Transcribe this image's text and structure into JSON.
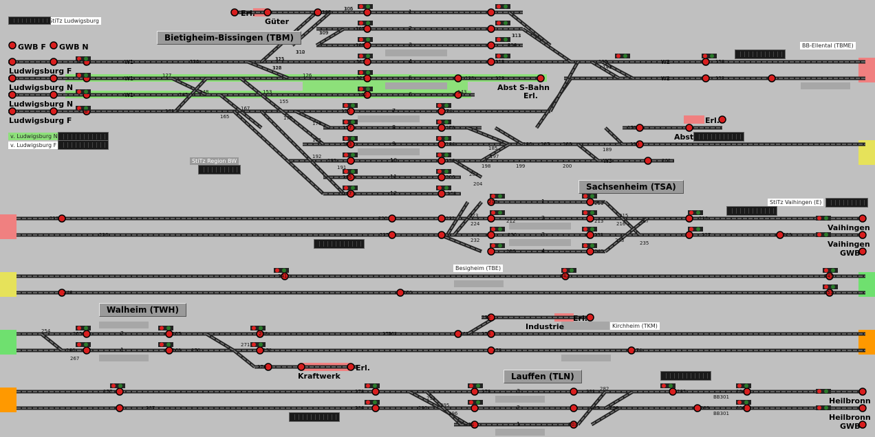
{
  "colors": {
    "bg": "#c0c0c0",
    "track": "#222222",
    "signal": "#d81e1e",
    "green_route": "#8de07a",
    "red_route": "#f08080",
    "yellow": "#e6e25a",
    "orange": "#ff9900",
    "green_edge": "#6fe06f"
  },
  "title_tags": {
    "stitz_ludwigsburg": "StiTz Ludwigsburg",
    "bb_ellental": "BB-Ellental (TBME)",
    "stitz_region_bw": "StiTz Region BW",
    "stitz_vaihingen": "StiTz Vaihingen (E)",
    "besigheim": "Besigheim (TBE)",
    "kirchheim": "Kirchheim (TKM)",
    "v_ludwigsburg_n": "v. Ludwigsburg N",
    "v_ludwigsburg_f": "v. Ludwigsburg F"
  },
  "stations": {
    "bietigheim": "Bietigheim-Bissingen (TBM)",
    "sachsenheim": "Sachsenheim (TSA)",
    "walheim": "Walheim (TWH)",
    "lauffen": "Lauffen (TLN)"
  },
  "left_labels": {
    "gwbf": "GWB F",
    "gwbn": "GWB N",
    "lbf1": "Ludwigsburg F",
    "lbn1": "Ludwigsburg N",
    "lbn2": "Ludwigsburg N",
    "lbf2": "Ludwigsburg F"
  },
  "labels": {
    "erl_top": "Erl.",
    "gueter": "Güter",
    "abst_sbahn": "Abst S-Bahn",
    "erl_sbahn": "Erl.",
    "erl_abst": "Erl.",
    "abst": "Abst",
    "vaihingen1": "Vaihingen",
    "vaihingen2": "Vaihingen",
    "gwb_v": "GWB",
    "industrie": "Industrie",
    "erl_ind": "Erl.",
    "kraftwerk": "Kraftwerk",
    "erl_kw": "Erl.",
    "heilbronn1": "Heilbronn",
    "heilbronn2": "Heilbronn",
    "gwb_h": "GWB"
  },
  "track_labels": [
    "W1",
    "W1",
    "W1",
    "W2",
    "W2",
    "W3"
  ],
  "platform_numbers": [
    "1",
    "2",
    "3",
    "4",
    "5",
    "6",
    "7",
    "8",
    "9",
    "10",
    "11",
    "12",
    "1",
    "2",
    "3",
    "4",
    "2",
    "1",
    "3",
    "2",
    "1"
  ],
  "signal_numbers": [
    "103",
    "105",
    "106",
    "108",
    "109",
    "112",
    "113",
    "117",
    "118",
    "119",
    "121",
    "122",
    "123",
    "124",
    "125",
    "126",
    "127",
    "128",
    "129",
    "130",
    "132",
    "133",
    "141",
    "142",
    "143",
    "145",
    "148",
    "153",
    "155",
    "158",
    "163",
    "165",
    "167",
    "170",
    "172",
    "174",
    "176",
    "177",
    "178",
    "179",
    "181",
    "183",
    "184",
    "185",
    "186",
    "187",
    "188",
    "189",
    "190",
    "191",
    "192",
    "193",
    "196",
    "197",
    "198",
    "199",
    "200",
    "201",
    "202",
    "204",
    "205",
    "206",
    "207",
    "208",
    "210",
    "211",
    "212",
    "213",
    "215",
    "216",
    "217",
    "218",
    "219",
    "220",
    "222",
    "223",
    "224",
    "225",
    "226",
    "227",
    "229",
    "230",
    "231",
    "232",
    "233",
    "235",
    "236",
    "240",
    "241",
    "242",
    "245",
    "246",
    "250",
    "251",
    "252",
    "253",
    "254",
    "255",
    "257",
    "258",
    "259",
    "261",
    "262",
    "266",
    "267",
    "268",
    "270",
    "271",
    "272",
    "273",
    "274",
    "276",
    "277",
    "278",
    "279",
    "281",
    "282",
    "283",
    "284",
    "286",
    "287",
    "290",
    "291",
    "295",
    "296",
    "297",
    "298",
    "299",
    "300",
    "301",
    "303",
    "305",
    "306",
    "307",
    "308",
    "309",
    "310",
    "311",
    "312",
    "313",
    "314",
    "315",
    "316",
    "317",
    "320",
    "321"
  ],
  "blocks": [
    "BB301",
    "BB301"
  ]
}
